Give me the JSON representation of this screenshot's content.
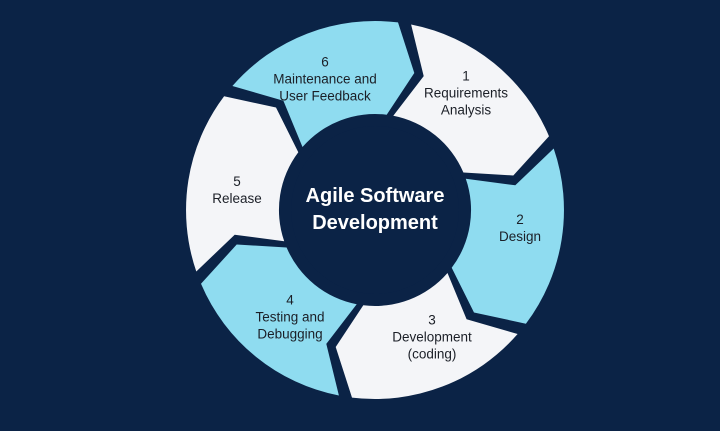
{
  "title_line1": "Agile Software",
  "title_line2": "Development",
  "colors": {
    "background": "#0b2346",
    "light": "#f4f5f8",
    "accent": "#8fdcf0",
    "text": "#1b1f27"
  },
  "steps": [
    {
      "number": "1",
      "line1": "Requirements",
      "line2": "Analysis",
      "color": "light"
    },
    {
      "number": "2",
      "line1": "Design",
      "line2": "",
      "color": "accent"
    },
    {
      "number": "3",
      "line1": "Development",
      "line2": "(coding)",
      "color": "light"
    },
    {
      "number": "4",
      "line1": "Testing and",
      "line2": "Debugging",
      "color": "accent"
    },
    {
      "number": "5",
      "line1": "Release",
      "line2": "",
      "color": "light"
    },
    {
      "number": "6",
      "line1": "Maintenance and",
      "line2": "User Feedback",
      "color": "accent"
    }
  ]
}
